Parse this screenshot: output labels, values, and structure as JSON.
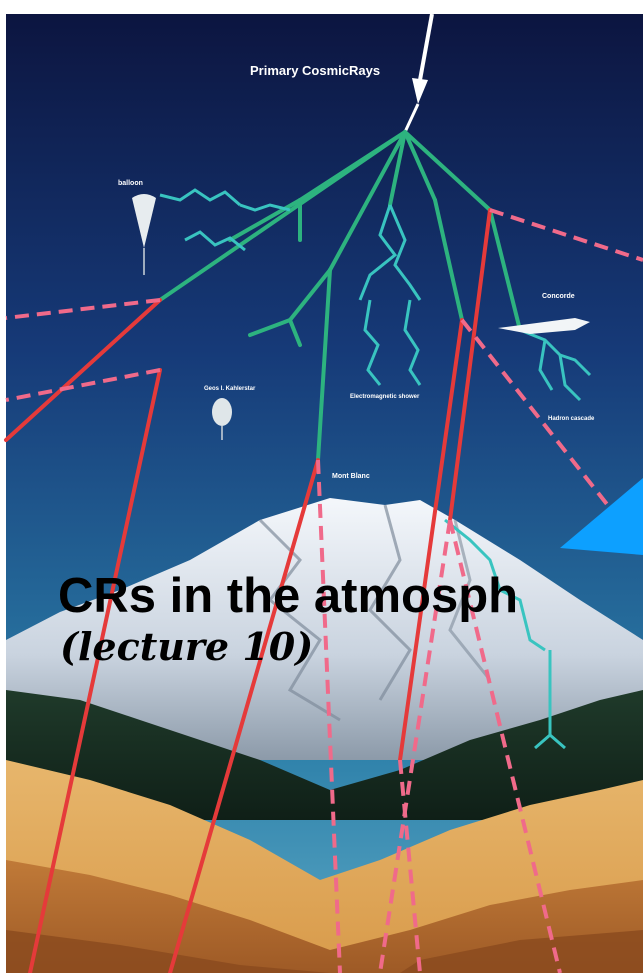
{
  "slide": {
    "title": "CRs in the atmosph",
    "subtitle": "(lecture 10)"
  },
  "poster": {
    "top_label": "Primary CosmicRays",
    "labels": {
      "balloon": "balloon",
      "concorde": "Concorde",
      "electromagnetic": "Electromagnetic shower",
      "hadron": "Hadron cascade",
      "mont_blanc": "Mont Blanc",
      "geos": "Geos I. Kahlerstar"
    }
  },
  "colors": {
    "sky_top": "#0c1540",
    "sky_bottom": "#2b7ea8",
    "hadron_track": "#2db37f",
    "muon_track": "#e53a3a",
    "dashed_track": "#f06a8a",
    "em_shower": "#39c4c0",
    "pointer_triangle": "#0da0ff"
  }
}
